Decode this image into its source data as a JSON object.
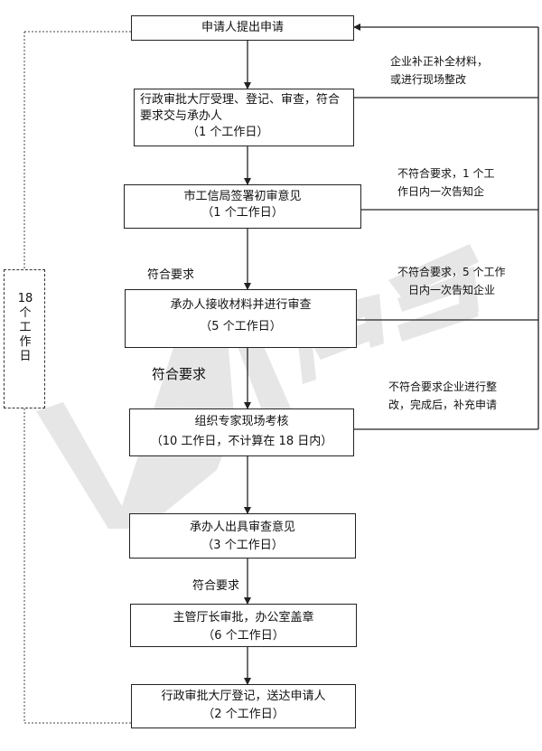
{
  "steps": [
    {
      "lines": [
        "申请人提出申请"
      ]
    },
    {
      "lines": [
        "行政审批大厅受理、登记、审查，符合",
        "要求交与承办人",
        "（1 个工作日）"
      ]
    },
    {
      "lines": [
        "市工信局签署初审意见",
        "（1 个工作日）"
      ]
    },
    {
      "lines": [
        "承办人接收材料并进行审查",
        "（5 个工作日）"
      ]
    },
    {
      "lines": [
        "组织专家现场考核",
        "（10 工作日，不计算在 18 日内）"
      ]
    },
    {
      "lines": [
        "承办人出具审查意见",
        "（3 个工作日）"
      ]
    },
    {
      "lines": [
        "主管厅长审批，办公室盖章",
        "（6 个工作日）"
      ]
    },
    {
      "lines": [
        "行政审批大厅登记，送达申请人",
        "（2 个工作日）"
      ]
    }
  ],
  "notes": [
    {
      "lines": [
        "企业补正补全材料，",
        "或进行现场整改"
      ]
    },
    {
      "lines": [
        "不符合要求，1 个工",
        "作日内一次告知企"
      ]
    },
    {
      "lines": [
        "不符合要求，5 个工作",
        "日内一次告知企业"
      ]
    },
    {
      "lines": [
        "不符合要求企业进行整",
        "改，完成后，补充申请"
      ]
    }
  ],
  "conditions": [
    "符合要求",
    "符合要求",
    "符合要求"
  ],
  "side_label": "18 个工作日",
  "watermark": "WPS",
  "colors": {
    "line": "#222222",
    "watermark": "#e6e6e6"
  }
}
